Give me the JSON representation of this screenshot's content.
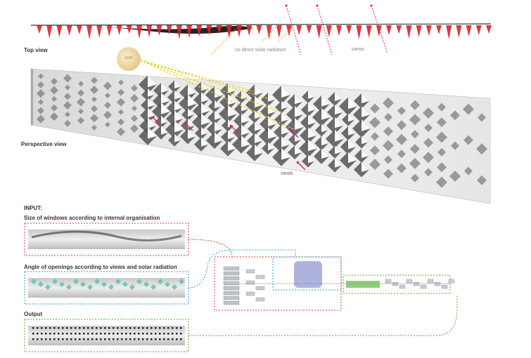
{
  "labels": {
    "top_view": "Top view",
    "perspective_view": "Perspective view",
    "input": "INPUT:",
    "size_of_windows": "Size of windows according to  internal organisation",
    "angle_of_openings": "Angle of openings according to views and solar radiation",
    "output": "Output"
  },
  "annotations": {
    "no_direct_solar": "no direct solar radiation",
    "views_top": "views",
    "sun": "sun",
    "views_perspective": "views"
  },
  "colors": {
    "fins": "#d8232a",
    "arrow_magenta": "#e0197d",
    "sun_dash": "#e8d21a",
    "red_frame": "#e0442a",
    "blue_frame": "#2a9ad8",
    "green_frame": "#5aa82a",
    "teal_diamond": "#5fc4b0"
  }
}
